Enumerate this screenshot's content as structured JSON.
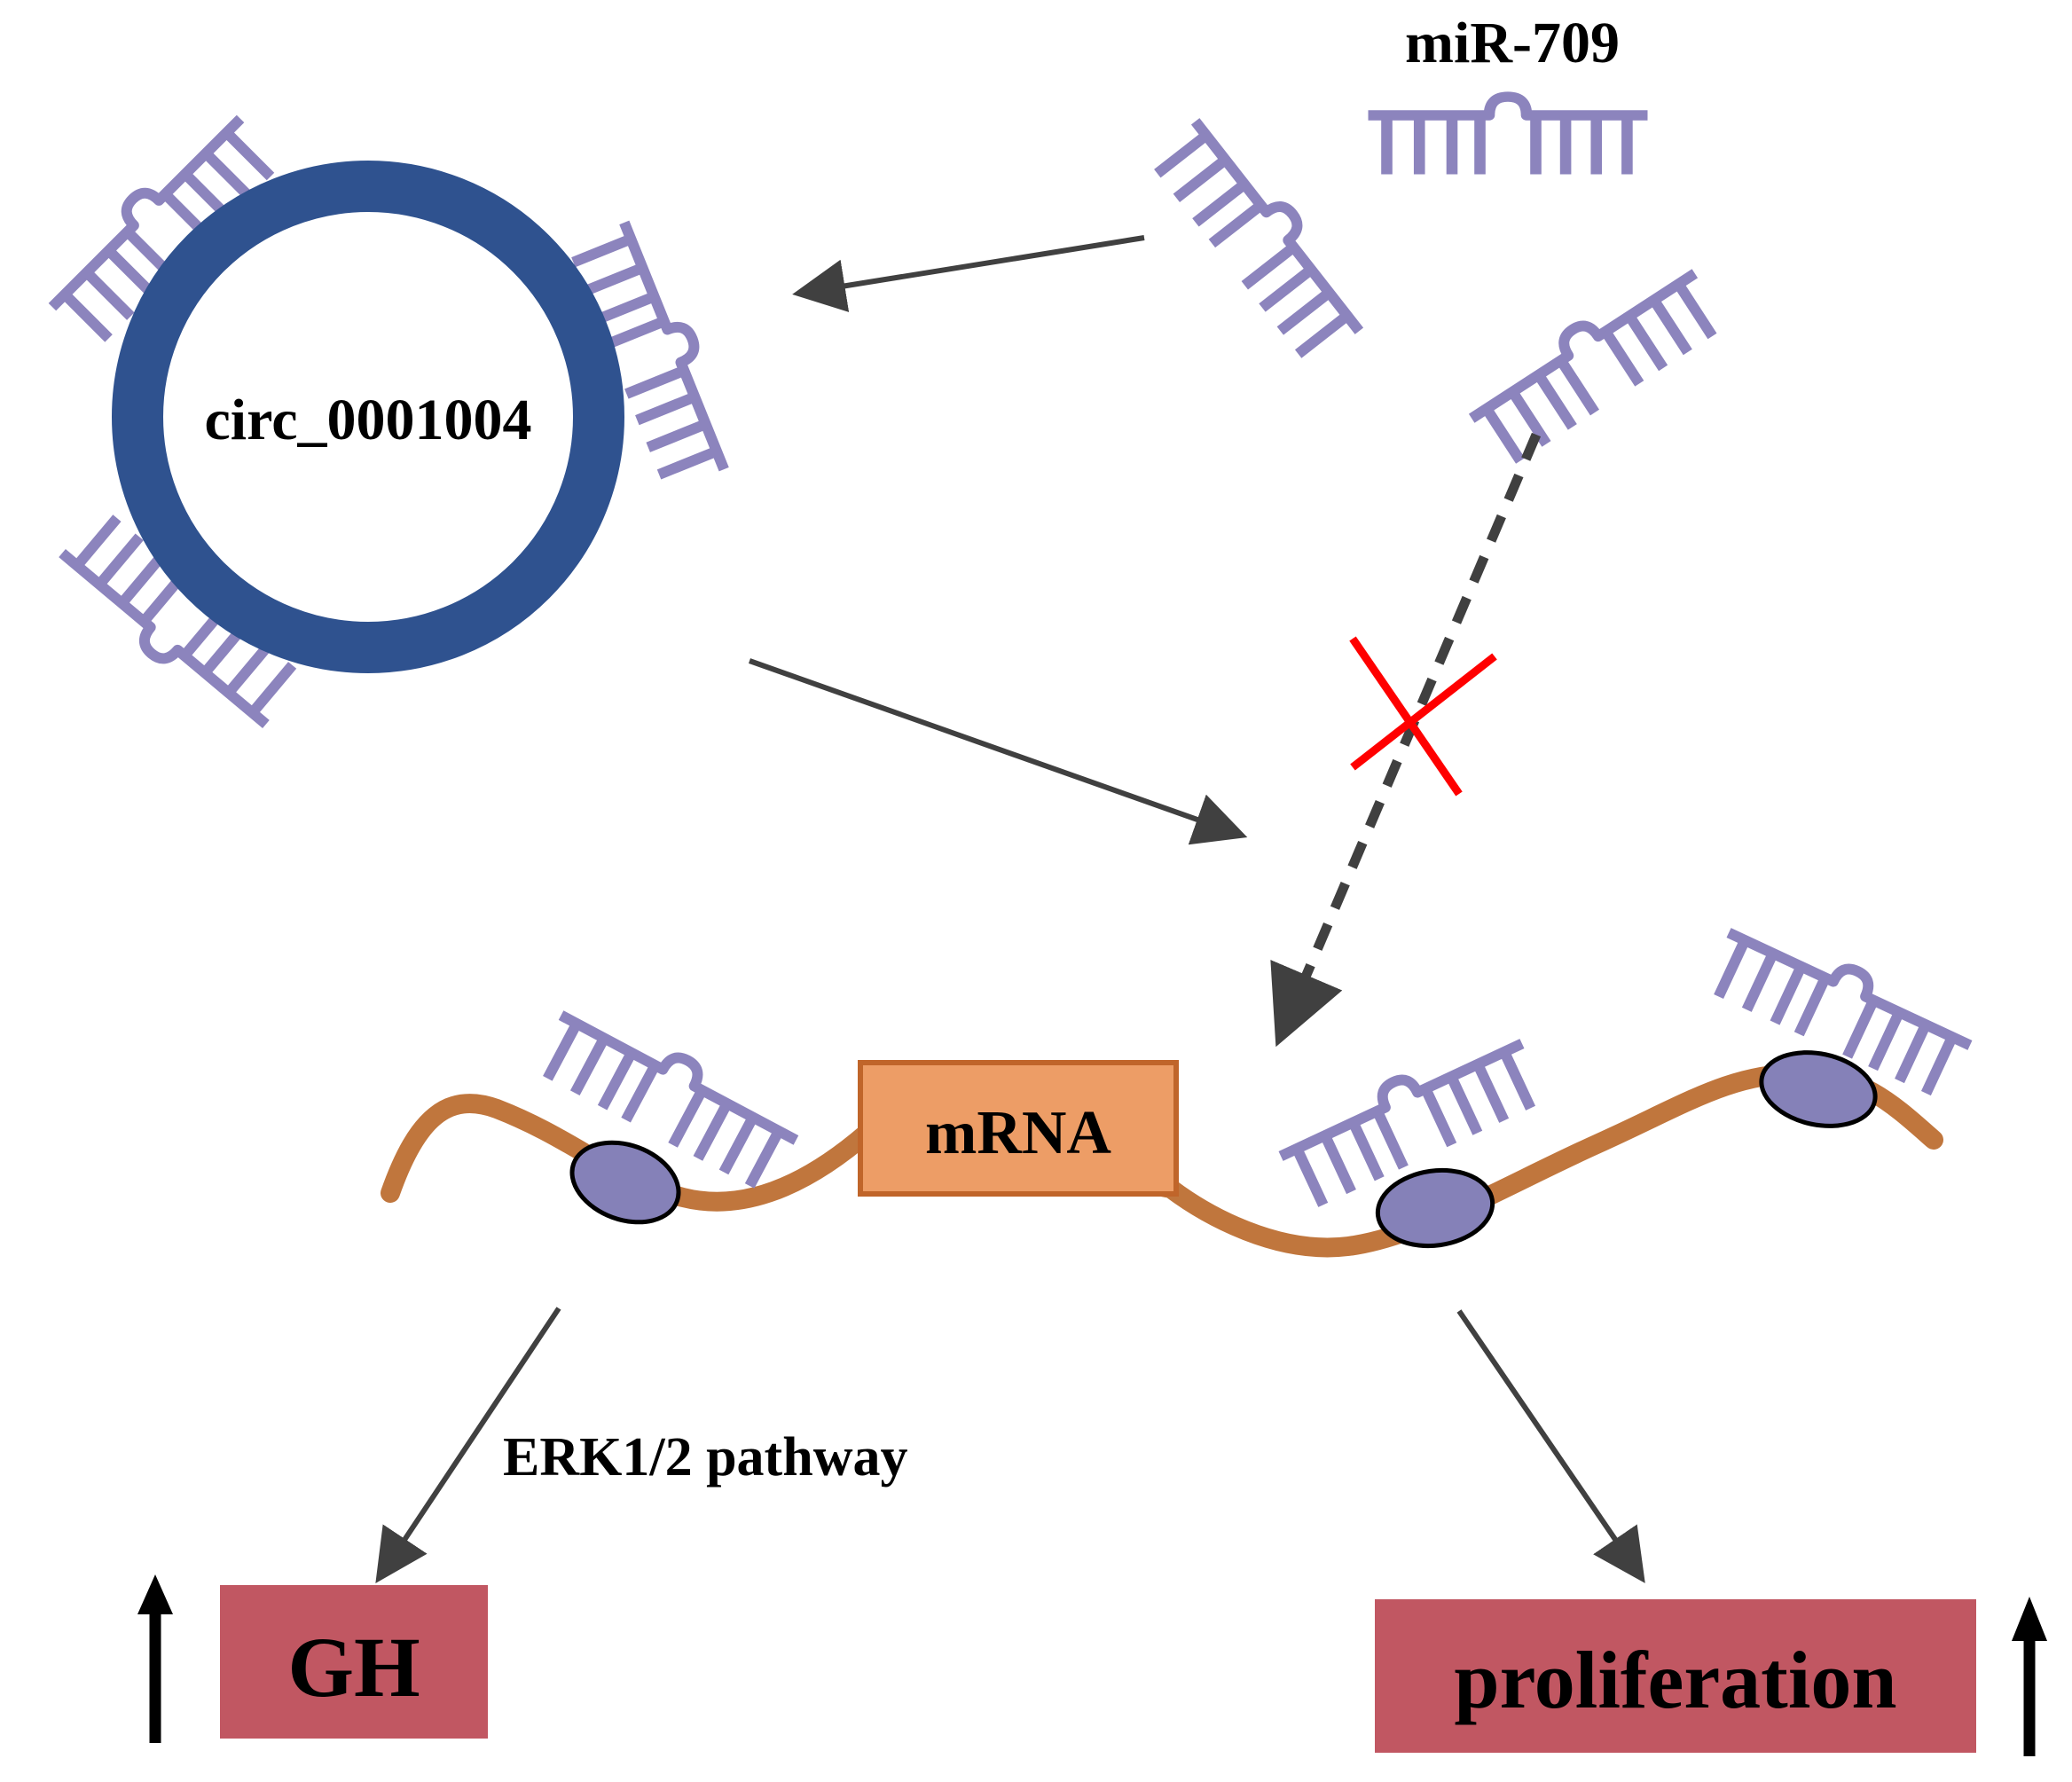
{
  "labels": {
    "mirna": "miR-709",
    "circrna": "circ_0001004",
    "mrna": "mRNA",
    "pathway": "ERK1/2 pathway",
    "gh": "GH",
    "proliferation": "proliferation"
  },
  "colors": {
    "circle_ring": "#2f528f",
    "mirna": "#8c84bd",
    "mrna_strand": "#c0763d",
    "mrna_box_fill": "#ed9d66",
    "mrna_box_border": "#c0652a",
    "ribosome": "#8581b8",
    "outcome_box": "#c15762",
    "arrow": "#404040",
    "block_cross": "#ff0000",
    "up_arrow": "#000000"
  }
}
